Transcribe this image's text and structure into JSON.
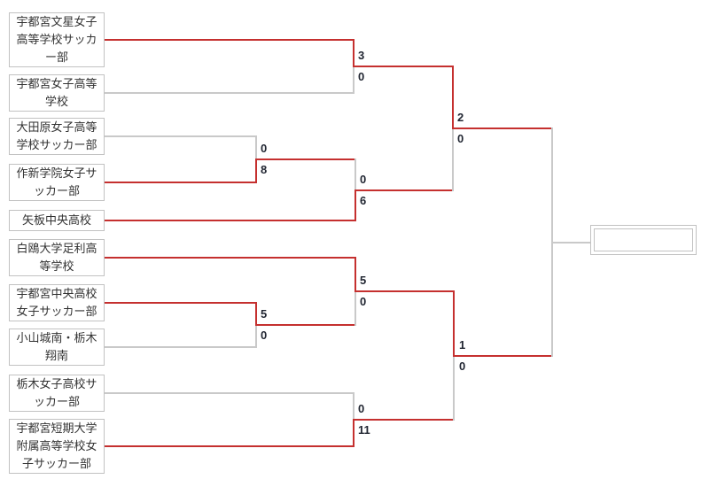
{
  "colors": {
    "winner_line": "#c5302f",
    "neutral_line": "#c9c9c9",
    "box_border": "#c2c2c2",
    "team_text": "#333333",
    "score_text": "#1f2430"
  },
  "teams": [
    {
      "name": "宇都宮文星女子高等学校サッカー部"
    },
    {
      "name": "宇都宮女子高等学校"
    },
    {
      "name": "大田原女子高等学校サッカー部"
    },
    {
      "name": "作新学院女子サッカー部"
    },
    {
      "name": "矢板中央高校"
    },
    {
      "name": "白鴎大学足利高等学校"
    },
    {
      "name": "宇都宮中央高校女子サッカー部"
    },
    {
      "name": "小山城南・栃木翔南"
    },
    {
      "name": "栃木女子高校サッカー部"
    },
    {
      "name": "宇都宮短期大学附属高等学校女子サッカー部"
    }
  ],
  "matches": [
    {
      "top_team": "宇都宮文星女子高等学校サッカー部",
      "bottom_team": "宇都宮女子高等学校",
      "score_top": "3",
      "score_bottom": "0",
      "winner": "top"
    },
    {
      "top_team": "大田原女子高等学校サッカー部",
      "bottom_team": "作新学院女子サッカー部",
      "score_top": "0",
      "score_bottom": "8",
      "winner": "bottom"
    },
    {
      "top_team": "作新学院女子サッカー部",
      "bottom_team": "矢板中央高校",
      "score_top": "0",
      "score_bottom": "6",
      "winner": "bottom"
    },
    {
      "top_team": "宇都宮文星女子高等学校サッカー部",
      "bottom_team": "矢板中央高校",
      "score_top": "2",
      "score_bottom": "0",
      "winner": "top"
    },
    {
      "top_team": "宇都宮中央高校女子サッカー部",
      "bottom_team": "小山城南・栃木翔南",
      "score_top": "5",
      "score_bottom": "0",
      "winner": "top"
    },
    {
      "top_team": "白鴎大学足利高等学校",
      "bottom_team": "宇都宮中央高校女子サッカー部",
      "score_top": "5",
      "score_bottom": "0",
      "winner": "top"
    },
    {
      "top_team": "栃木女子高校サッカー部",
      "bottom_team": "宇都宮短期大学附属高等学校女子サッカー部",
      "score_top": "0",
      "score_bottom": "11",
      "winner": "bottom"
    },
    {
      "top_team": "白鴎大学足利高等学校",
      "bottom_team": "宇都宮短期大学附属高等学校女子サッカー部",
      "score_top": "1",
      "score_bottom": "0",
      "winner": "top"
    },
    {
      "top_team": "宇都宮文星女子高等学校サッカー部",
      "bottom_team": "白鴎大学足利高等学校",
      "score_top": "",
      "score_bottom": "",
      "winner": ""
    }
  ],
  "champion": {
    "name": ""
  }
}
